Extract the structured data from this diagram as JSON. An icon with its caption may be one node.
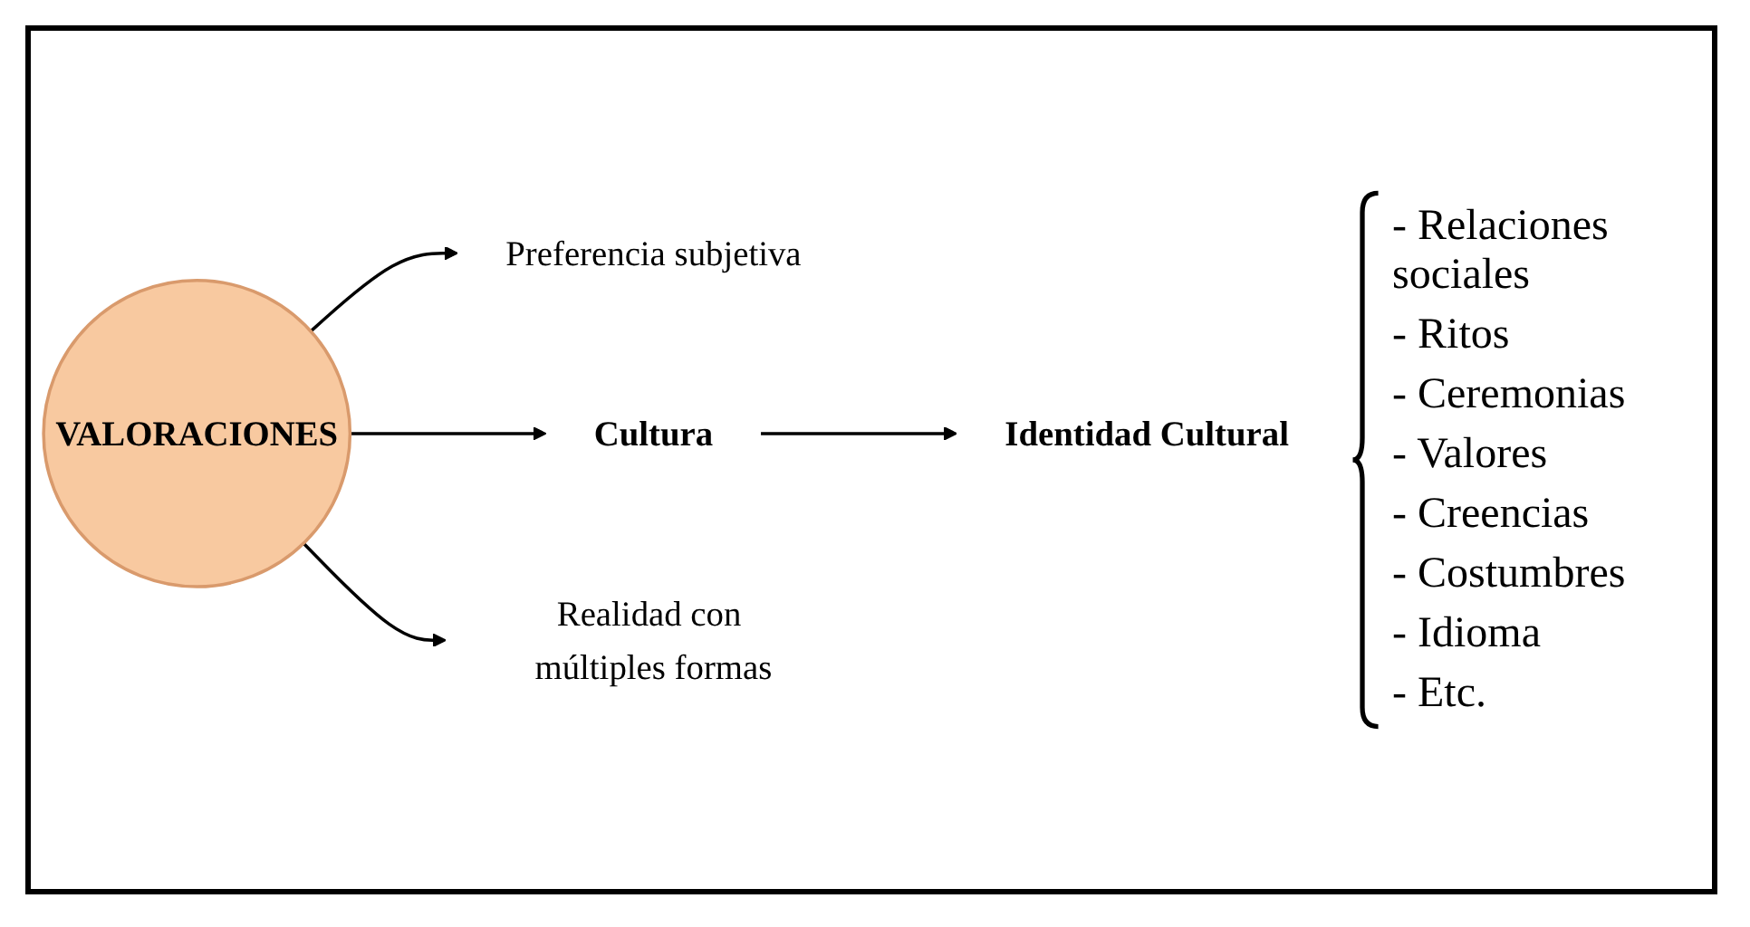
{
  "diagram": {
    "nodes": [
      {
        "text": [
          "VALORACIONES"
        ]
      },
      {
        "text": [
          "Preferencia subjetiva"
        ]
      },
      {
        "text": [
          "Cultura"
        ]
      },
      {
        "text": [
          "Realidad con múltiples formas"
        ]
      },
      {
        "text": [
          "Identidad Cultural"
        ]
      }
    ],
    "edges": [
      {
        "from": 0,
        "to": 1,
        "arrow": "to"
      },
      {
        "from": 0,
        "to": 2,
        "arrow": "to"
      },
      {
        "from": 0,
        "to": 3,
        "arrow": "to"
      },
      {
        "from": 2,
        "to": 4,
        "arrow": "to"
      }
    ],
    "labels": [
      "- Relaciones sociales",
      "- Ritos",
      "- Ceremonias",
      "- Valores",
      "- Creencias",
      "- Costumbres",
      "- Idioma",
      "- Etc."
    ]
  }
}
